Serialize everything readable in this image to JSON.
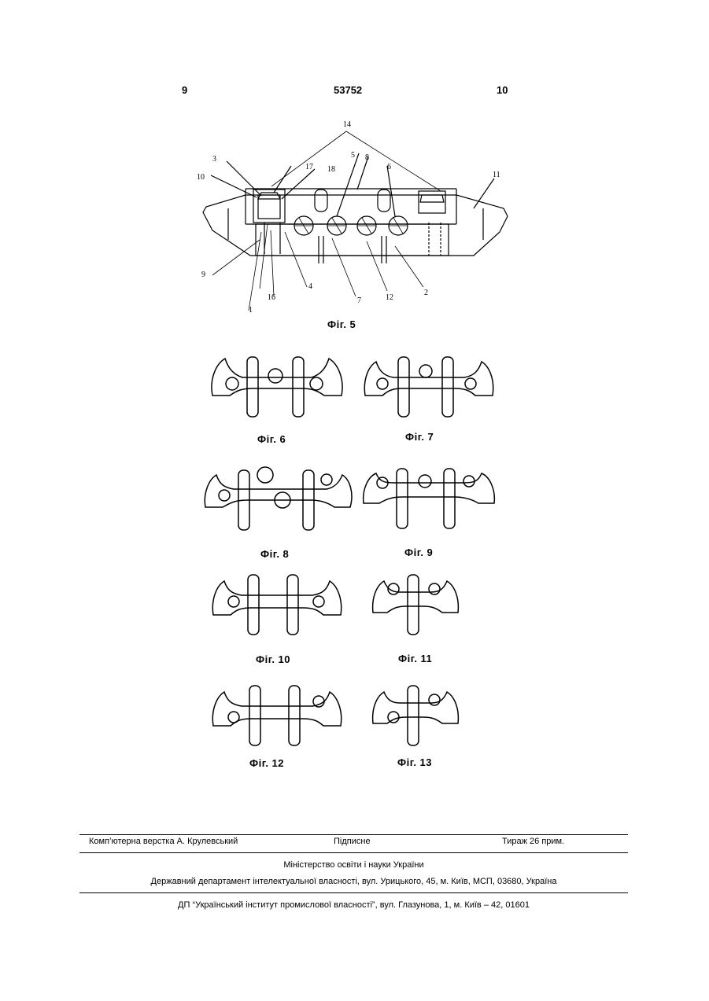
{
  "header": {
    "page_left": "9",
    "patent_number": "53752",
    "page_right": "10"
  },
  "figure5": {
    "caption": "Фіг. 5",
    "labels": [
      "14",
      "3",
      "10",
      "17",
      "18",
      "5",
      "8",
      "6",
      "11",
      "9",
      "1",
      "16",
      "4",
      "7",
      "12",
      "2"
    ]
  },
  "figures": [
    {
      "caption": "Фіг. 6"
    },
    {
      "caption": "Фіг. 7"
    },
    {
      "caption": "Фіг. 8"
    },
    {
      "caption": "Фіг. 9"
    },
    {
      "caption": "Фіг. 10"
    },
    {
      "caption": "Фіг. 11"
    },
    {
      "caption": "Фіг. 12"
    },
    {
      "caption": "Фіг. 13"
    }
  ],
  "footer": {
    "layout": "Комп’ютерна верстка А. Крулевський",
    "signed": "Підписне",
    "circulation": "Тираж 26 прим.",
    "ministry": "Міністерство освіти і науки України",
    "department": "Державний департамент інтелектуальної власності, вул. Урицького, 45, м. Київ, МСП, 03680, Україна",
    "institute": "ДП “Український інститут промислової власності”, вул. Глазунова, 1, м. Київ – 42, 01601"
  }
}
